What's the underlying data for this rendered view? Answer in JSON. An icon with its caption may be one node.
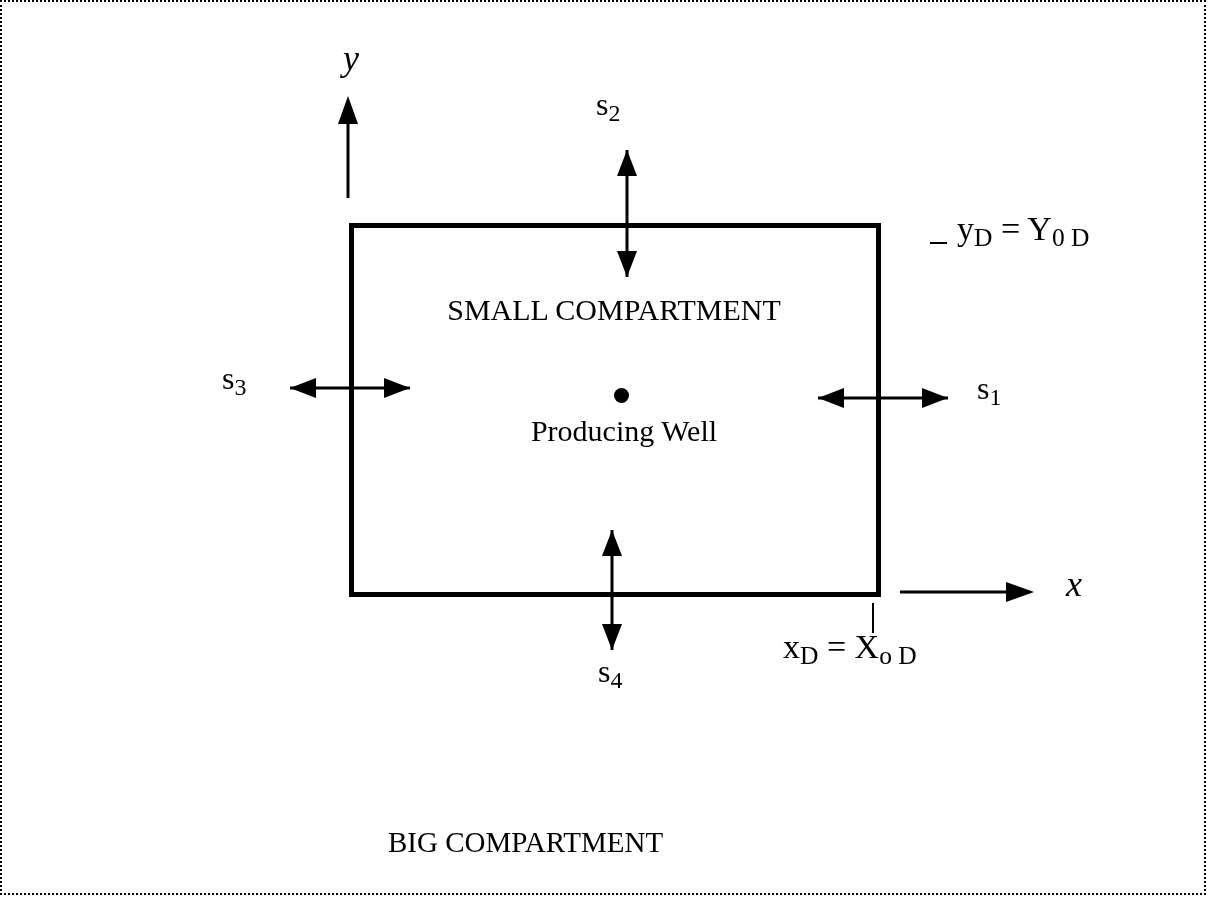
{
  "diagram": {
    "nodes": [
      {
        "text": [
          "BIG COMPARTMENT"
        ]
      },
      {
        "text": [
          "SMALL COMPARTMENT",
          "Producing Well"
        ],
        "in": 0
      }
    ],
    "labels": [
      "y",
      "s$_{2}$",
      "y$_{D}$ = Y$_{0 D}$",
      "s$_{3}$",
      "s$_{1}$",
      "x",
      "s$_{4}$",
      "x$_{D}$ = X$_{o D}$"
    ]
  }
}
